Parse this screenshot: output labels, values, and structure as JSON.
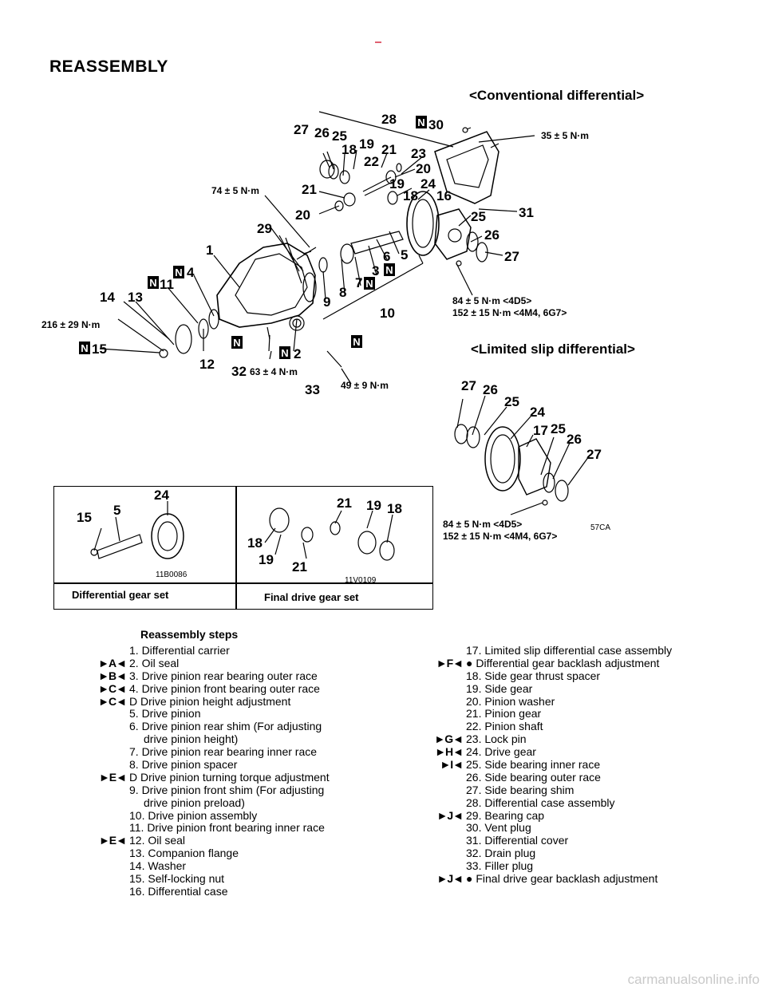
{
  "page": {
    "title": "REASSEMBLY",
    "conventional_label": "<Conventional differential>",
    "lsd_label": "<Limited slip differential>",
    "footer_watermark": "carmanualsonline.info"
  },
  "diagram": {
    "callouts": [
      "1",
      "2",
      "3",
      "4",
      "5",
      "6",
      "7",
      "8",
      "9",
      "10",
      "11",
      "12",
      "13",
      "14",
      "15",
      "16",
      "18",
      "19",
      "20",
      "21",
      "22",
      "23",
      "24",
      "25",
      "26",
      "27",
      "28",
      "29",
      "30",
      "31",
      "32",
      "33"
    ],
    "torques": {
      "t35": "35 ± 5 N·m",
      "t74": "74 ± 5 N·m",
      "t216": "216 ± 29 N·m",
      "t63": "63 ± 4 N·m",
      "t49": "49 ± 9 N·m",
      "t84a": "84 ± 5 N·m <4D5>",
      "t152a": "152 ± 15 N·m <4M4, 6G7>",
      "t84b": "84 ± 5 N·m <4D5>",
      "t152b": "152 ± 15 N·m <4M4, 6G7>"
    },
    "n_mark": "N",
    "code_57ca": "57CA",
    "lsd_callouts": [
      "27",
      "26",
      "25",
      "24",
      "17",
      "25",
      "26",
      "27"
    ]
  },
  "inset": {
    "left_label": "Differential gear set",
    "right_label": "Final drive gear set",
    "left_code": "11B0086",
    "right_code": "11V0109",
    "left_nums": [
      "15",
      "5",
      "24"
    ],
    "right_nums": [
      "21",
      "19",
      "18",
      "18",
      "19",
      "21"
    ]
  },
  "steps": {
    "title": "Reassembly steps",
    "left": [
      {
        "mark": "",
        "text": "1. Differential carrier"
      },
      {
        "mark": "►A◄",
        "text": "2. Oil seal"
      },
      {
        "mark": "►B◄",
        "text": "3. Drive pinion rear bearing outer race"
      },
      {
        "mark": "►C◄",
        "text": "4. Drive pinion front bearing outer race"
      },
      {
        "mark": "►C◄",
        "text": "D  Drive pinion height adjustment"
      },
      {
        "mark": "",
        "text": "5. Drive pinion"
      },
      {
        "mark": "",
        "text": "6. Drive pinion rear shim (For adjusting"
      },
      {
        "mark": "",
        "text": "drive pinion height)",
        "cont": true
      },
      {
        "mark": "",
        "text": "7. Drive pinion rear bearing inner race"
      },
      {
        "mark": "",
        "text": "8. Drive pinion spacer"
      },
      {
        "mark": "►E◄",
        "text": "D  Drive pinion turning torque adjustment"
      },
      {
        "mark": "",
        "text": "9. Drive pinion front shim (For adjusting"
      },
      {
        "mark": "",
        "text": "drive pinion preload)",
        "cont": true
      },
      {
        "mark": "",
        "text": "10. Drive pinion assembly"
      },
      {
        "mark": "",
        "text": "11. Drive pinion front bearing inner race"
      },
      {
        "mark": "►E◄",
        "text": "12. Oil seal"
      },
      {
        "mark": "",
        "text": "13. Companion flange"
      },
      {
        "mark": "",
        "text": "14. Washer"
      },
      {
        "mark": "",
        "text": "15. Self-locking nut"
      },
      {
        "mark": "",
        "text": "16. Differential case"
      }
    ],
    "right": [
      {
        "mark": "",
        "text": "17. Limited slip differential case assembly"
      },
      {
        "mark": "►F◄",
        "text": "●  Differential gear backlash adjustment"
      },
      {
        "mark": "",
        "text": "18. Side gear thrust spacer"
      },
      {
        "mark": "",
        "text": "19. Side gear"
      },
      {
        "mark": "",
        "text": "20. Pinion washer"
      },
      {
        "mark": "",
        "text": "21. Pinion gear"
      },
      {
        "mark": "",
        "text": "22. Pinion shaft"
      },
      {
        "mark": "►G◄",
        "text": "23. Lock pin"
      },
      {
        "mark": "►H◄",
        "text": "24. Drive gear"
      },
      {
        "mark": "►I◄",
        "text": "25. Side bearing inner race"
      },
      {
        "mark": "",
        "text": "26. Side bearing outer race"
      },
      {
        "mark": "",
        "text": "27. Side bearing shim"
      },
      {
        "mark": "",
        "text": "28. Differential case assembly"
      },
      {
        "mark": "►J◄",
        "text": "29. Bearing cap"
      },
      {
        "mark": "",
        "text": "30. Vent plug"
      },
      {
        "mark": "",
        "text": "31. Differential cover"
      },
      {
        "mark": "",
        "text": "32. Drain plug"
      },
      {
        "mark": "",
        "text": "33. Filler plug"
      },
      {
        "mark": "►J◄",
        "text": "●  Final drive gear backlash adjustment"
      }
    ]
  }
}
